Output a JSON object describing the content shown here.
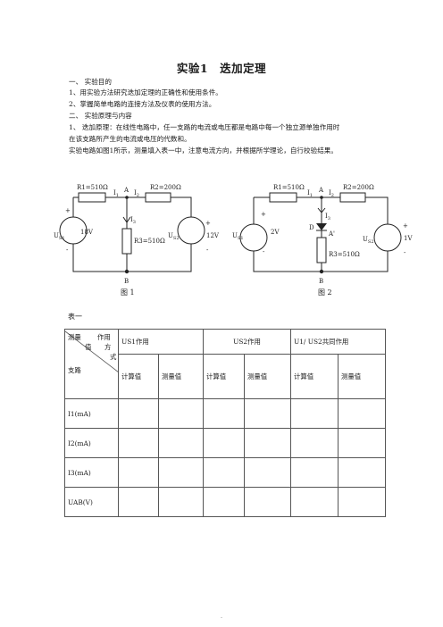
{
  "title": "实验1　迭加定理",
  "sections": {
    "s1": "一、 实验目的",
    "s1_1": "1、用实验方法研究迭加定理的正确性和使用条件。",
    "s1_2": "2、掌握简单电路的连接方法及仪表的使用方法。",
    "s2": "二、 实验原理与内容",
    "s2_1a": "1、 迭加原理：在线性电路中，任一支路的电流或电压都是电路中每一个独立源单独作用时",
    "s2_1b": "在该支路所产生的电流或电压的代数和。",
    "s2_2": "实验电路如图1所示，测量填入表一中，注意电流方向，并根据所学理论，自行校验结果。"
  },
  "fig1": {
    "r1": "R1=510Ω",
    "r2": "R2=200Ω",
    "r3": "R3=510Ω",
    "i1": "I",
    "i1_sub": "1",
    "i2": "I",
    "i2_sub": "2",
    "i3": "I",
    "i3_sub": "3",
    "node_a": "A",
    "node_b": "B",
    "u1": "U",
    "u1_sub": "S1",
    "u1_val": "18V",
    "u2": "U",
    "u2_sub": "S2",
    "u2_val": "12V",
    "plus": "+",
    "minus": "-",
    "caption": "图 1"
  },
  "fig2": {
    "r1": "R1=510Ω",
    "r2": "R2=200Ω",
    "r3": "R3=510Ω",
    "i1": "I",
    "i1_sub": "1",
    "i2": "I",
    "i2_sub": "2",
    "i3": "I",
    "i3_sub": "3",
    "node_a": "A",
    "node_a2": "A'",
    "node_b": "B",
    "diode": "D",
    "u1": "U",
    "u1_sub": "S1",
    "u1_val": "2V",
    "u2": "U",
    "u2_sub": "S2",
    "u2_val": "1V",
    "plus": "+",
    "minus": "-",
    "caption": "图 2"
  },
  "table": {
    "label": "表一",
    "corner_top1": "测量",
    "corner_top2": "作用",
    "corner_mid1": "值",
    "corner_mid2": "方",
    "corner_mid3": "式",
    "corner_bottom": "支路",
    "groups": [
      "US1作用",
      "US2作用",
      "U1/ US2共同作用"
    ],
    "subheaders": [
      "计算值",
      "测量值",
      "计算值",
      "测量值",
      "计算值",
      "测量值"
    ],
    "rows": [
      "I1(mA)",
      "I2(mA)",
      "I3(mA)",
      "UAB(V)"
    ]
  },
  "footer_dot": "-"
}
